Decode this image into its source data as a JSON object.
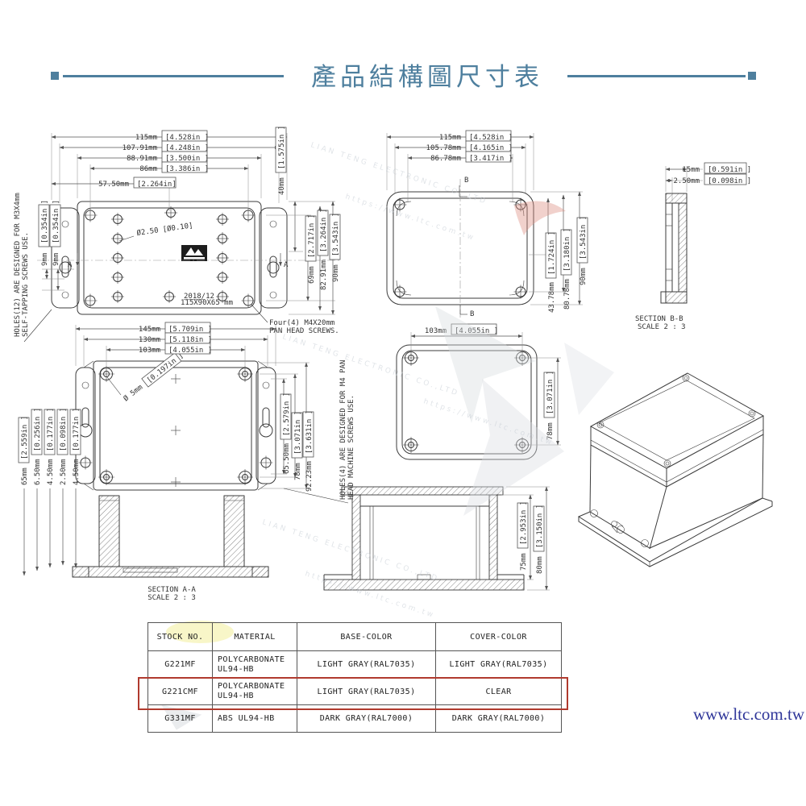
{
  "header": {
    "title": "產品結構圖尺寸表"
  },
  "footer": {
    "url": "www.ltc.com.tw"
  },
  "watermark": {
    "company": "LIAN TENG ELECTRONIC CO.,LTD",
    "url": "https://www.ltc.com.tw"
  },
  "colors": {
    "accent": "#4e7f9e",
    "highlight_red": "#b03a2e",
    "url_blue": "#2f3699",
    "drawing_line": "#3b3b3b"
  },
  "views": {
    "front": {
      "dims_top": [
        {
          "mm": "115mm",
          "in": "[4.528in ]"
        },
        {
          "mm": "107.91mm",
          "in": "[4.248in ]"
        },
        {
          "mm": "88.91mm",
          "in": "[3.500in ]"
        },
        {
          "mm": "86mm",
          "in": "[3.386in ]"
        },
        {
          "mm": "57.50mm",
          "in": "[2.264in]"
        }
      ],
      "dim_40": {
        "mm": "40mm",
        "in": "[1.575in ]"
      },
      "dims_right": [
        {
          "mm": "69mm",
          "in": "[2.717in ]"
        },
        {
          "mm": "82.91mm",
          "in": "[3.264in ]"
        },
        {
          "mm": "90mm",
          "in": "[3.543in ]"
        }
      ],
      "dims_left": [
        {
          "mm": "9mm",
          "in": "[0.354in ]"
        },
        {
          "mm": "9mm",
          "in": "[0.354in ]"
        }
      ],
      "note_line1": "HOLES(12) ARE DESIGNED FOR M3X4mm",
      "note_line2": "SELF-TAPPING SCREWS USE.",
      "screw_note_line1": "Four(4) M4X20mm",
      "screw_note_line2": "PAN HEAD SCREWS.",
      "hole_dia": "Ø2.50 [Ø0.10]",
      "date": "2018/12",
      "size": "115X90X65 mm",
      "marker": "A"
    },
    "cover_top": {
      "dims_top": [
        {
          "mm": "115mm",
          "in": "[4.528in ]"
        },
        {
          "mm": "105.78mm",
          "in": "[4.165in ]"
        },
        {
          "mm": "86.78mm",
          "in": "[3.417in ]"
        }
      ],
      "dims_right": [
        {
          "mm": "43.78mm",
          "in": "[1.724in ]"
        },
        {
          "mm": "80.78mm",
          "in": "[3.180in ]"
        },
        {
          "mm": "90mm",
          "in": "[3.543in ]"
        }
      ],
      "marker": "B"
    },
    "section_bb": {
      "dims": [
        {
          "mm": "15mm",
          "in": "[0.591in ]"
        },
        {
          "mm": "2.50mm",
          "in": "[0.098in ]"
        }
      ],
      "label1": "SECTION B-B",
      "label2": "SCALE 2 : 3"
    },
    "back": {
      "dims_top": [
        {
          "mm": "145mm",
          "in": "[5.709in ]"
        },
        {
          "mm": "130mm",
          "in": "[5.118in ]"
        },
        {
          "mm": "103mm",
          "in": "[4.055in ]"
        }
      ],
      "dims_right": [
        {
          "mm": "65.50mm",
          "in": "[2.579in ]"
        },
        {
          "mm": "78mm",
          "in": "[3.071in ]"
        },
        {
          "mm": "92.23mm",
          "in": "[3.631in ]"
        }
      ],
      "dims_left": [
        {
          "mm": "65mm",
          "in": "[2.559in ]"
        },
        {
          "mm": "6.50mm",
          "in": "[0.256in ]"
        },
        {
          "mm": "4.50mm",
          "in": "[0.177in ]"
        },
        {
          "mm": "2.50mm",
          "in": "[0.098in ]"
        },
        {
          "mm": "4.50mm",
          "in": "[0.177in ]"
        }
      ],
      "dim_diag": {
        "mm": "Ø 5mm",
        "in": "[0.197in ]"
      },
      "note_line1": "HOLES(4) ARE DESIGNED FOR M4 PAN",
      "note_line2": "HEAD MACHINE SCREWS USE."
    },
    "cover_back": {
      "dim_top": {
        "mm": "103mm",
        "in": "[4.055in ]"
      },
      "dim_right": {
        "mm": "78mm",
        "in": "[3.071in ]"
      }
    },
    "section_aa": {
      "label1": "SECTION A-A",
      "label2": "SCALE 2 : 3"
    },
    "section_mid": {
      "dims_right": [
        {
          "mm": "75mm",
          "in": "[2.953in ]"
        },
        {
          "mm": "80mm",
          "in": "[3.150in ]"
        }
      ]
    }
  },
  "table": {
    "headers": [
      "STOCK NO.",
      "MATERIAL",
      "BASE-COLOR",
      "COVER-COLOR"
    ],
    "rows": [
      {
        "stock": "G221MF",
        "material_l1": "POLYCARBONATE",
        "material_l2": "UL94-HB",
        "base": "LIGHT GRAY(RAL7035)",
        "cover": "LIGHT GRAY(RAL7035)",
        "highlighted": false
      },
      {
        "stock": "G221CMF",
        "material_l1": "POLYCARBONATE",
        "material_l2": "UL94-HB",
        "base": "LIGHT GRAY(RAL7035)",
        "cover": "CLEAR",
        "highlighted": true
      },
      {
        "stock": "G331MF",
        "material_l1": "ABS UL94-HB",
        "material_l2": "",
        "base": "DARK GRAY(RAL7000)",
        "cover": "DARK GRAY(RAL7000)",
        "highlighted": false
      }
    ]
  }
}
